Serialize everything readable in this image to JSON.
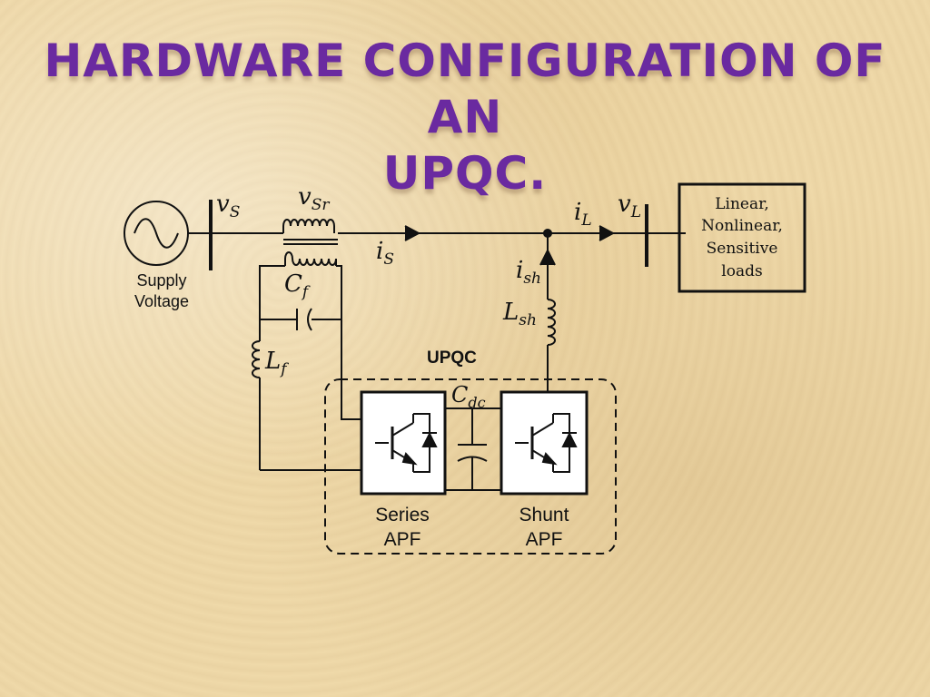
{
  "slide": {
    "title_line1": "HARDWARE CONFIGURATION OF AN",
    "title_line2": "UPQC."
  },
  "diagram": {
    "source": {
      "label_line1": "Supply",
      "label_line2": "Voltage"
    },
    "voltage_labels": {
      "vs": "v",
      "vs_sub": "S",
      "vsr": "v",
      "vsr_sub": "Sr",
      "vl": "v",
      "vl_sub": "L"
    },
    "current_labels": {
      "is": "i",
      "is_sub": "S",
      "il": "i",
      "il_sub": "L",
      "ish": "i",
      "ish_sub": "sh"
    },
    "components": {
      "cf": "C",
      "cf_sub": "f",
      "lf": "L",
      "lf_sub": "f",
      "lsh": "L",
      "lsh_sub": "sh",
      "cdc": "C",
      "cdc_sub": "dc"
    },
    "upqc_label": "UPQC",
    "load": {
      "line1": "Linear,",
      "line2": "Nonlinear,",
      "line3": "Sensitive",
      "line4": "loads"
    },
    "series_apf": {
      "line1": "Series",
      "line2": "APF"
    },
    "shunt_apf": {
      "line1": "Shunt",
      "line2": "APF"
    }
  },
  "colors": {
    "title": "#6a2aa0",
    "background": "#efd9a9",
    "line": "#111111"
  }
}
